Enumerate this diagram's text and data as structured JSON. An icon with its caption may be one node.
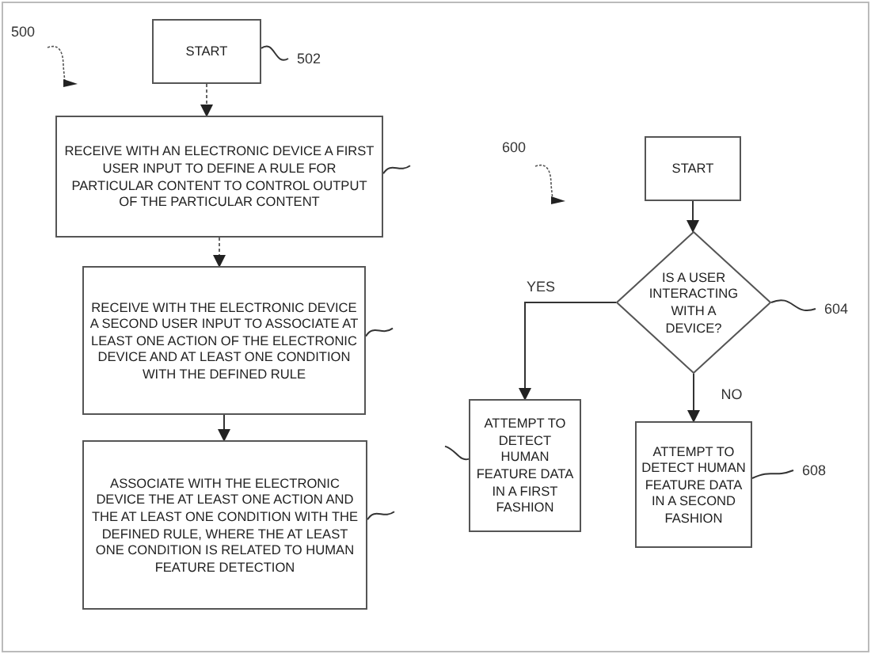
{
  "diagram": {
    "nodes": [
      {
        "text": [
          "START"
        ]
      },
      {
        "text": [
          "RECEIVE WITH AN ELECTRONIC DEVICE A FIRST USER INPUT TO DEFINE A RULE FOR PARTICULAR CONTENT TO CONTROL OUTPUT OF THE PARTICULAR CONTENT"
        ]
      },
      {
        "text": [
          "RECEIVE WITH THE ELECTRONIC DEVICE A SECOND USER INPUT TO ASSOCIATE AT LEAST ONE ACTION OF THE ELECTRONIC DEVICE AND AT LEAST ONE CONDITION WITH THE DEFINED RULE"
        ]
      },
      {
        "text": [
          "ASSOCIATE WITH THE ELECTRONIC DEVICE THE AT LEAST ONE ACTION AND THE AT LEAST ONE CONDITION WITH THE DEFINED RULE, WHERE THE AT LEAST ONE CONDITION IS RELATED TO HUMAN FEATURE DETECTION"
        ]
      },
      {
        "text": [
          "502"
        ]
      },
      {
        "text": [
          "START"
        ]
      },
      {
        "text": [
          "IS A USER INTERACTING WITH A DEVICE?"
        ]
      },
      {
        "text": [
          "ATTEMPT TO DETECT HUMAN FEATURE DATA IN A FIRST FASHION"
        ]
      },
      {
        "text": [
          "ATTEMPT TO DETECT HUMAN FEATURE DATA IN A SECOND FASHION"
        ]
      },
      {
        "text": [
          "604"
        ]
      },
      {
        "text": [
          "608"
        ]
      }
    ],
    "edges": [
      {
        "from": 0,
        "to": 1,
        "arrow": "to",
        "style": "dashed"
      },
      {
        "from": 1,
        "to": 2,
        "arrow": "to",
        "style": "dashed"
      },
      {
        "from": 2,
        "to": 3,
        "arrow": "to"
      },
      {
        "from": 4,
        "to": 0,
        "arrow": "none"
      },
      {
        "from": 5,
        "to": 6,
        "arrow": "to"
      },
      {
        "from": 6,
        "to": 7,
        "arrow": "to",
        "label": "YES"
      },
      {
        "from": 6,
        "to": 8,
        "arrow": "to",
        "label": "NO"
      },
      {
        "from": 9,
        "to": 6,
        "arrow": "none"
      },
      {
        "from": 10,
        "to": 8,
        "arrow": "none"
      },
      {
        "from": 1,
        "to": null,
        "arrow": "none"
      },
      {
        "from": 2,
        "to": null,
        "arrow": "none"
      },
      {
        "from": 3,
        "to": null,
        "arrow": "none"
      },
      {
        "from": 7,
        "to": null,
        "arrow": "none"
      }
    ],
    "labels": [
      "500",
      "600"
    ]
  }
}
